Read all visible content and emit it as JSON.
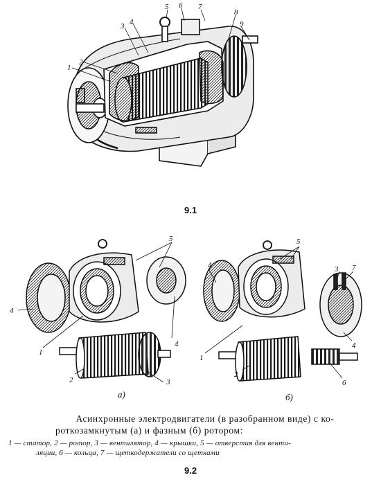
{
  "figure_top": {
    "label": "9.1",
    "callouts": [
      "1",
      "2",
      "3",
      "4",
      "5",
      "6",
      "7",
      "8",
      "9"
    ]
  },
  "figure_bottom": {
    "label": "9.2",
    "callouts_a": [
      "5",
      "4",
      "4",
      "1",
      "2",
      "3"
    ],
    "callouts_b": [
      "5",
      "4",
      "3",
      "7",
      "4",
      "1",
      "2",
      "6"
    ],
    "sub_a": "а)",
    "sub_b": "б)"
  },
  "caption": {
    "title_line1": "Асинхронные электродвигатели (в разобранном виде) с ко-",
    "title_line2": "роткозамкнутым (а) и фазным (б) ротором:",
    "legend_line1": "1 — статор, 2 — ротор, 3 — вентилятор, 4 — крышки, 5 — отверстия для венти-",
    "legend_line2": "ляции, 6 — кольца, 7 — щеткодержатели со щетками"
  }
}
